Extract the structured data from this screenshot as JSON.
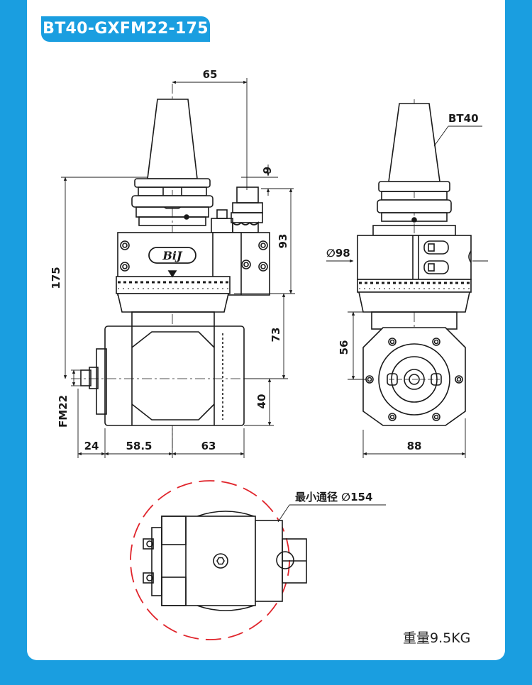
{
  "title": "BT40-GXFM22-175",
  "brand_logo_text": "BiJ",
  "dimensions": {
    "top_width": "65",
    "nut_offset": "9",
    "body_height": "93",
    "total_length": "175",
    "lower_offset": "73",
    "spindle_center": "40",
    "arbor": "FM22",
    "dim_24": "24",
    "dim_58_5": "58.5",
    "dim_63": "63",
    "diameter": "∅98",
    "height_56": "56",
    "width_88": "88",
    "taper": "BT40"
  },
  "min_clearance_label": "最小通径 ∅154",
  "weight_label": "重量9.5KG",
  "colors": {
    "accent": "#1a9ee0",
    "line": "#1a1a1a",
    "clearance_circle": "#e0242b"
  }
}
